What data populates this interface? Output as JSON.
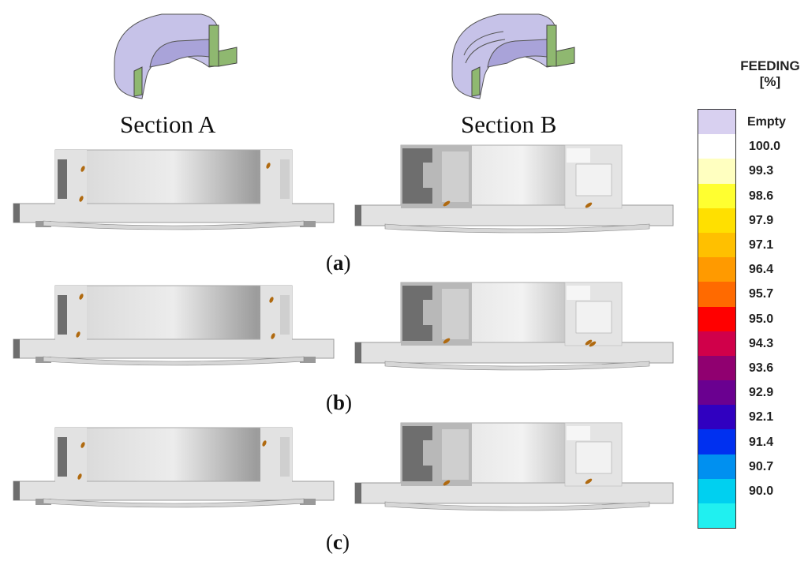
{
  "section_labels": [
    "Section A",
    "Section B"
  ],
  "row_labels": [
    {
      "open": "(",
      "letter": "a",
      "close": ")"
    },
    {
      "open": "(",
      "letter": "b",
      "close": ")"
    },
    {
      "open": "(",
      "letter": "c",
      "close": ")"
    }
  ],
  "legend": {
    "title_line1": "FEEDING",
    "title_line2": "[%]",
    "entries": [
      {
        "label": "Empty",
        "color": "#d8d0f0"
      },
      {
        "label": "100.0",
        "color": "#ffffff"
      },
      {
        "label": "99.3",
        "color": "#ffffc0"
      },
      {
        "label": "98.6",
        "color": "#ffff30"
      },
      {
        "label": "97.9",
        "color": "#ffe000"
      },
      {
        "label": "97.1",
        "color": "#ffc000"
      },
      {
        "label": "96.4",
        "color": "#ff9a00"
      },
      {
        "label": "95.7",
        "color": "#ff6a00"
      },
      {
        "label": "95.0",
        "color": "#ff0000"
      },
      {
        "label": "94.3",
        "color": "#d0004a"
      },
      {
        "label": "93.6",
        "color": "#900070"
      },
      {
        "label": "92.9",
        "color": "#6a0090"
      },
      {
        "label": "92.1",
        "color": "#3000c0"
      },
      {
        "label": "91.4",
        "color": "#0030f0"
      },
      {
        "label": "90.7",
        "color": "#0090f0"
      },
      {
        "label": "90.0",
        "color": "#00d0f0"
      },
      {
        "label": "",
        "color": "#20f0f0"
      }
    ]
  },
  "colors": {
    "part_light": "#e2e2e2",
    "part_mid": "#b8b8b8",
    "part_dark": "#6e6e6e",
    "iso_purple": "#c6c2e8",
    "iso_green": "#8fb870",
    "defect": "#b06a10"
  }
}
